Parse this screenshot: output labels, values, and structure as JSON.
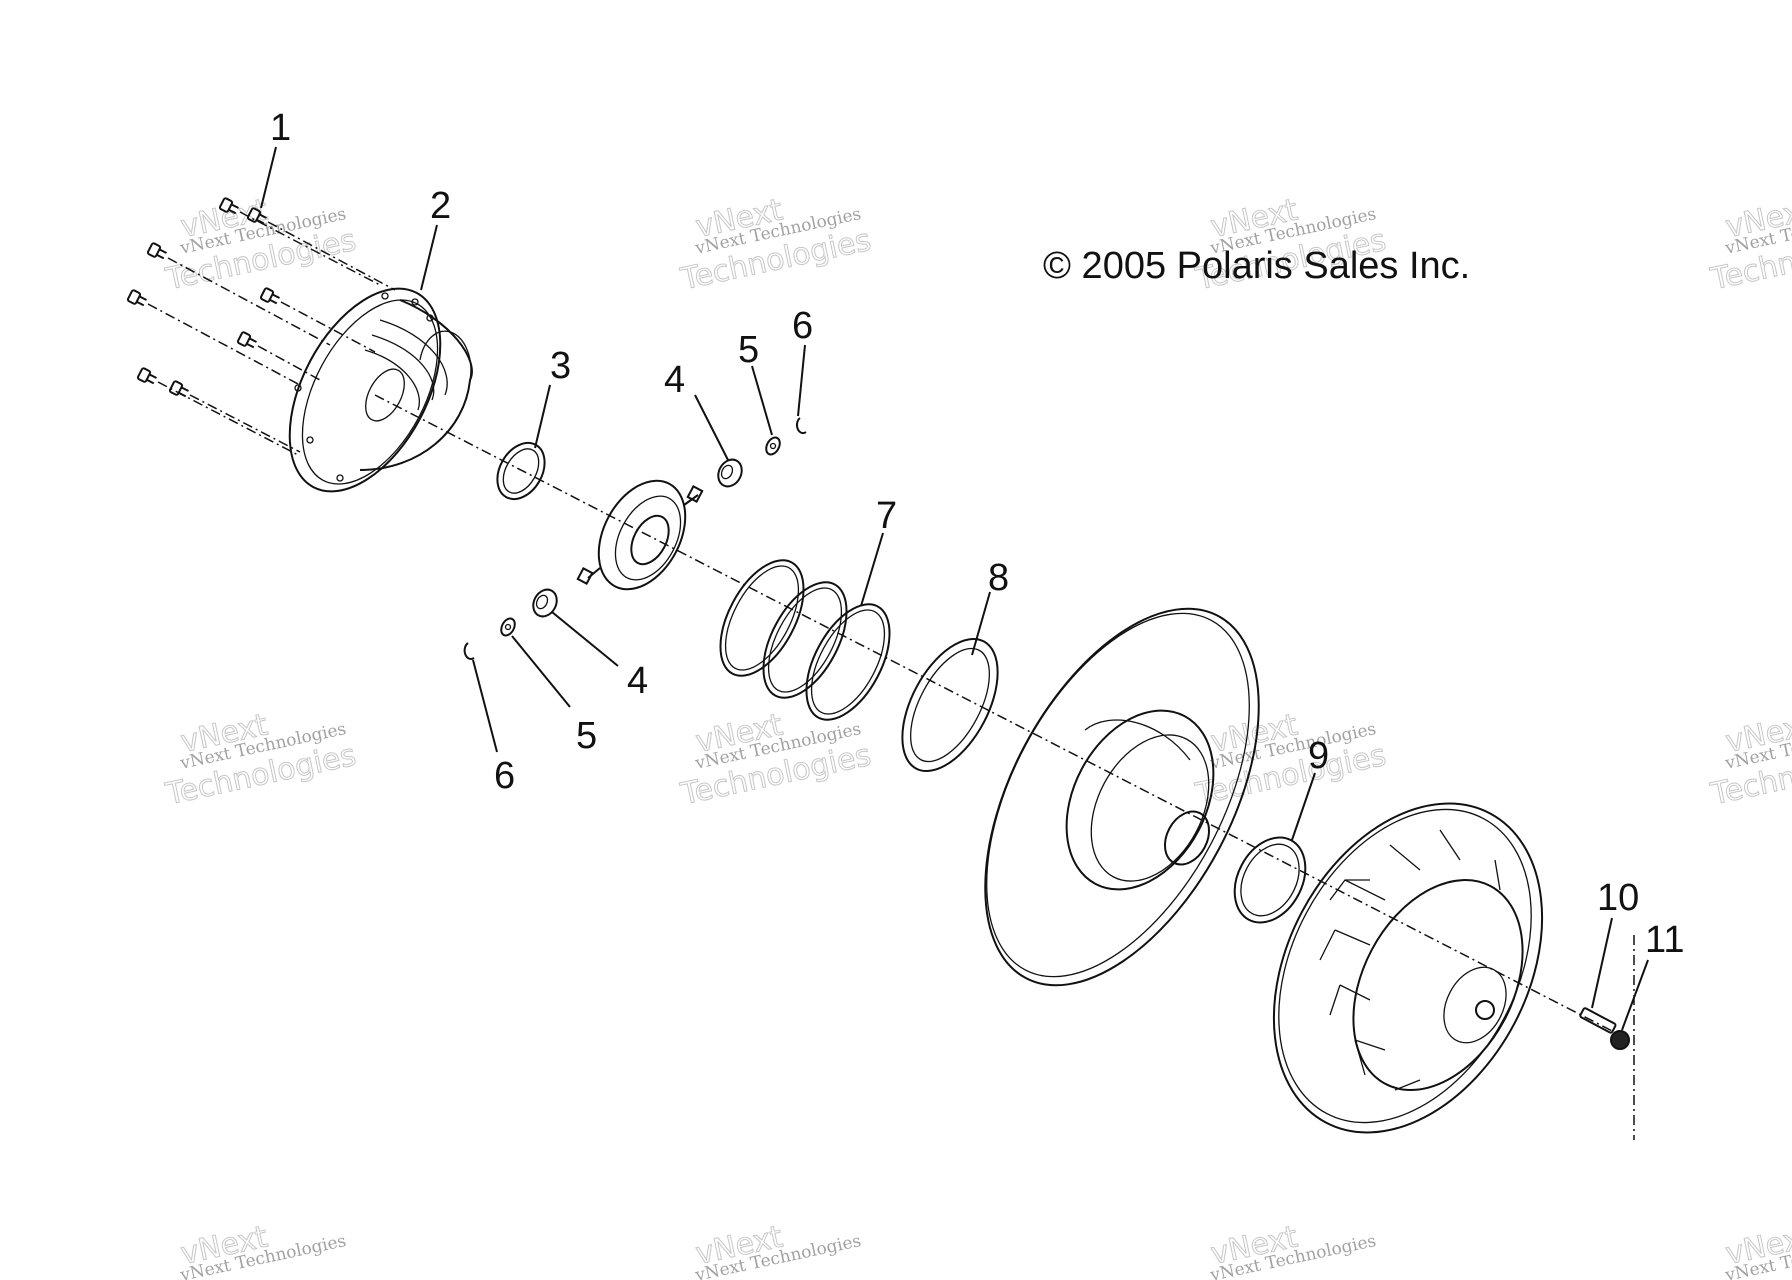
{
  "copyright": "© 2005 Polaris Sales Inc.",
  "watermark": {
    "line1": "vNext Technologies",
    "line2": "Technologies",
    "small": "vNext"
  },
  "callouts": {
    "c1": "1",
    "c2": "2",
    "c3": "3",
    "c4a": "4",
    "c5a": "5",
    "c6a": "6",
    "c4b": "4",
    "c5b": "5",
    "c6b": "6",
    "c7": "7",
    "c8": "8",
    "c9": "9",
    "c10": "10",
    "c11": "11"
  }
}
